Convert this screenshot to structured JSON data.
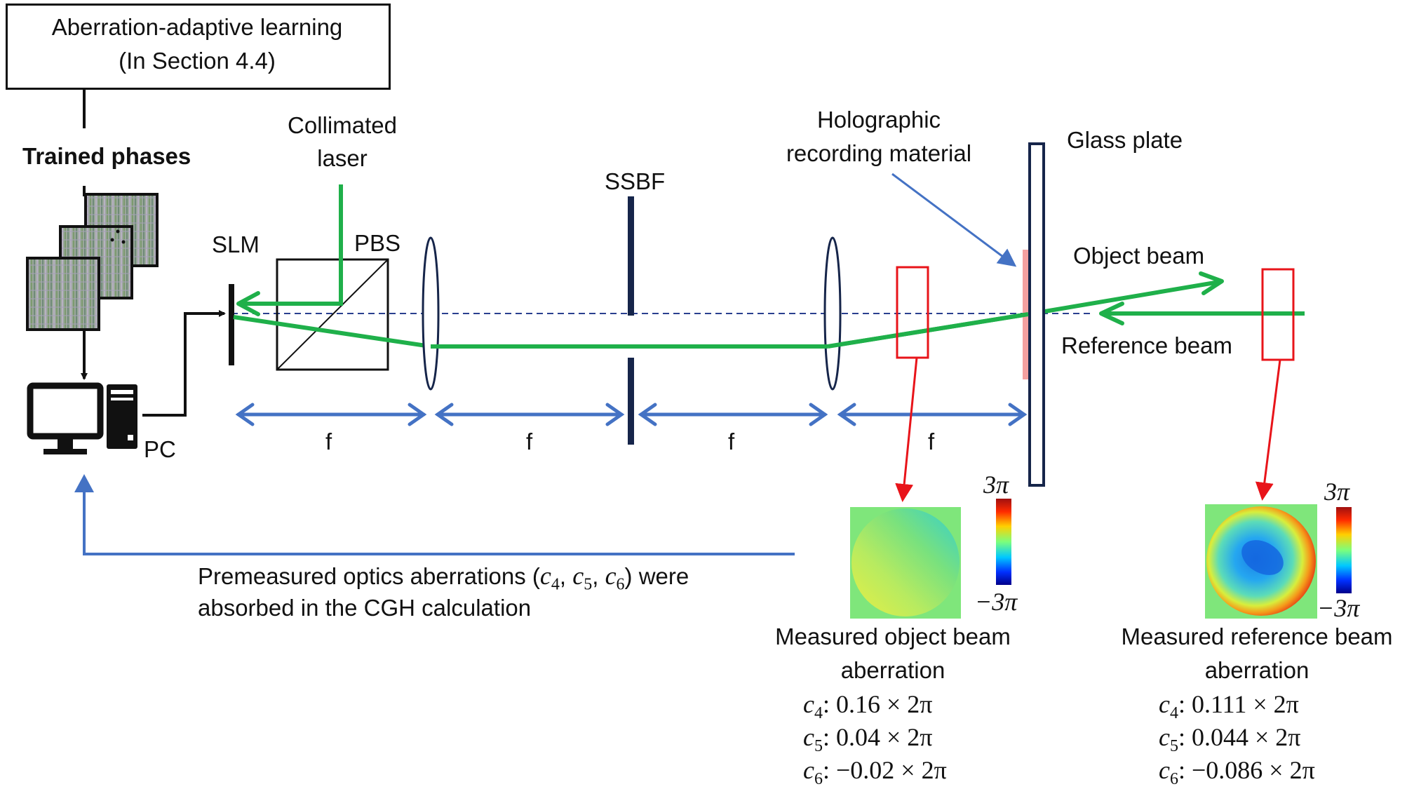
{
  "top_box": {
    "line1": "Aberration-adaptive learning",
    "line2": "(In Section 4.4)"
  },
  "trained_phases": "Trained phases",
  "pc_label": "PC",
  "slm_label": "SLM",
  "pbs_label": "PBS",
  "collimated_laser": {
    "line1": "Collimated",
    "line2": "laser"
  },
  "ssbf_label": "SSBF",
  "holographic": {
    "line1": "Holographic",
    "line2": "recording material"
  },
  "glass_plate": "Glass plate",
  "object_beam": "Object beam",
  "reference_beam": "Reference beam",
  "focal_labels": [
    "f",
    "f",
    "f",
    "f"
  ],
  "premeasured": {
    "line1_pre": "Premeasured optics aberrations (",
    "c4": "c",
    "c4_sub": "4",
    "c5": "c",
    "c5_sub": "5",
    "c6": "c",
    "c6_sub": "6",
    "line1_post": ") were",
    "line2": "absorbed in the CGH calculation"
  },
  "object_aberration": {
    "scale_max": "3π",
    "scale_min": "−3π",
    "title_line1": "Measured object beam",
    "title_line2": "aberration",
    "coeffs": [
      {
        "sym": "c",
        "sub": "4",
        "value": ": 0.16 × 2π"
      },
      {
        "sym": "c",
        "sub": "5",
        "value": ": 0.04 × 2π"
      },
      {
        "sym": "c",
        "sub": "6",
        "value": ": −0.02 × 2π"
      }
    ]
  },
  "reference_aberration": {
    "scale_max": "3π",
    "scale_min": "−3π",
    "title_line1": "Measured reference beam",
    "title_line2": "aberration",
    "coeffs": [
      {
        "sym": "c",
        "sub": "4",
        "value": ": 0.111 × 2π"
      },
      {
        "sym": "c",
        "sub": "5",
        "value": ": 0.044 × 2π"
      },
      {
        "sym": "c",
        "sub": "6",
        "value": ": −0.086 × 2π"
      }
    ]
  },
  "colors": {
    "beam": "#1fb04a",
    "blue": "#4472c4",
    "red": "#e8141a",
    "navy": "#16254a",
    "material": "#f4a0a0"
  }
}
